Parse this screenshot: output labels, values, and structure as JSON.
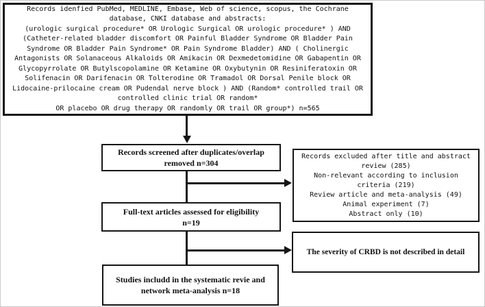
{
  "colors": {
    "line": "#151515",
    "background": "#ffffff",
    "text": "#111111"
  },
  "boxes": {
    "identification": {
      "text": "Records idenfied PubMed, MEDLINE, Embase, Web of science, scopus, the Cochrane\ndatabase, CNKI database and abstracts:\n(urologic surgical procedure* OR Urologic Surgical OR urologic procedure* ) AND\n(Catheter-related bladder discomfort OR Painful Bladder Syndrome OR Bladder Pain\nSyndrome OR Bladder Pain Syndrome* OR Pain Syndrome Bladder) AND ( Cholinergic\nAntagonists OR Solanaceous Alkaloids OR Amikacin OR Dexmedetomidine OR Gabapentin OR\nGlycopyrrolate OR Butylscopolamine OR Ketamine OR Oxybutynin OR Resiniferatoxin OR\nSolifenacin OR Darifenacin OR Tolterodine OR Tramadol OR Dorsal Penile block OR\nLidocaine-prilocaine cream OR Pudendal nerve block ) AND (Random* controlled trail OR\ncontrolled clinic trial OR random*\nOR placebo OR drug therapy OR randomly OR trail OR group*) n=565"
    },
    "screened": {
      "text": "Records screened after duplicates/overlap\nremoved n=304"
    },
    "excluded": {
      "text": "Records excluded after title and abstract\nreview (285)\nNon-relevant according to inclusion\ncriteria (219)\nReview article and meta-analysis (49)\nAnimal experiment (7)\nAbstract only (10)"
    },
    "fulltext": {
      "text": "Full-text articles assessed for eligibility\nn=19"
    },
    "severity": {
      "text": "The severity of CRBD is not described in detail"
    },
    "included": {
      "text": "Studies includd in the systematic revie and\nnetwork meta-analysis n=18"
    }
  },
  "counts": {
    "identified": 565,
    "screened": 304,
    "excluded_title_abstract": 285,
    "non_relevant": 219,
    "review_meta_analysis": 49,
    "animal_experiment": 7,
    "abstract_only": 10,
    "fulltext_assessed": 19,
    "included": 18
  }
}
